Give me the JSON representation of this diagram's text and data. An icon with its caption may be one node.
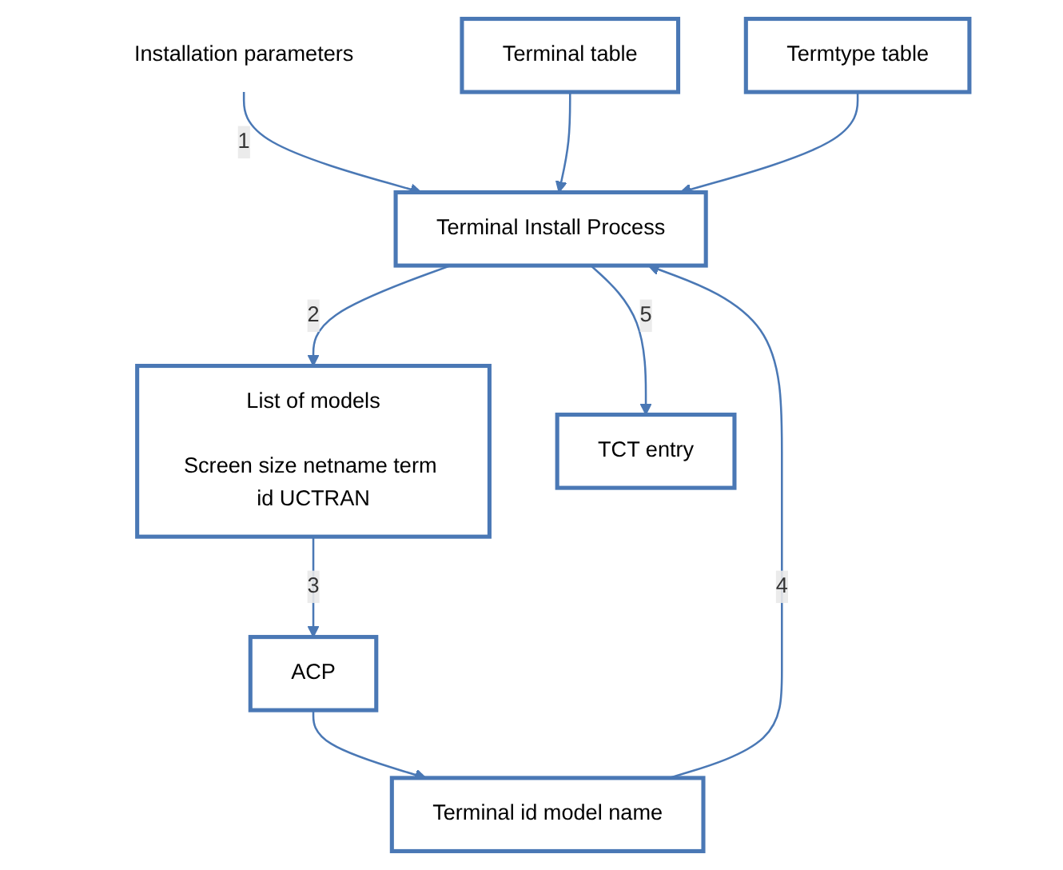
{
  "diagram": {
    "nodes": [
      {
        "text": [
          "Installation parameters"
        ]
      },
      {
        "text": [
          "Terminal Install Process"
        ]
      },
      {
        "text": [
          "Terminal table"
        ]
      },
      {
        "text": [
          "Termtype table"
        ]
      },
      {
        "text": [
          "List of models",
          "Screen size netname term id UCTRAN"
        ]
      },
      {
        "text": [
          "Terminal id model name"
        ]
      },
      {
        "text": [
          "ACP"
        ]
      },
      {
        "text": [
          "TCT entry"
        ]
      }
    ],
    "edges": [
      {
        "from": 0,
        "to": 1,
        "arrow": "to",
        "label": "1"
      },
      {
        "from": 2,
        "to": 1,
        "arrow": "to"
      },
      {
        "from": 3,
        "to": 1,
        "arrow": "to"
      },
      {
        "from": 1,
        "to": 4,
        "arrow": "to",
        "label": "2"
      },
      {
        "from": 4,
        "to": 6,
        "arrow": "to",
        "label": "3"
      },
      {
        "from": 6,
        "to": 5,
        "arrow": "to"
      },
      {
        "from": 5,
        "to": 1,
        "arrow": "to",
        "label": "4"
      },
      {
        "from": 1,
        "to": 7,
        "arrow": "to",
        "label": "5"
      }
    ]
  }
}
